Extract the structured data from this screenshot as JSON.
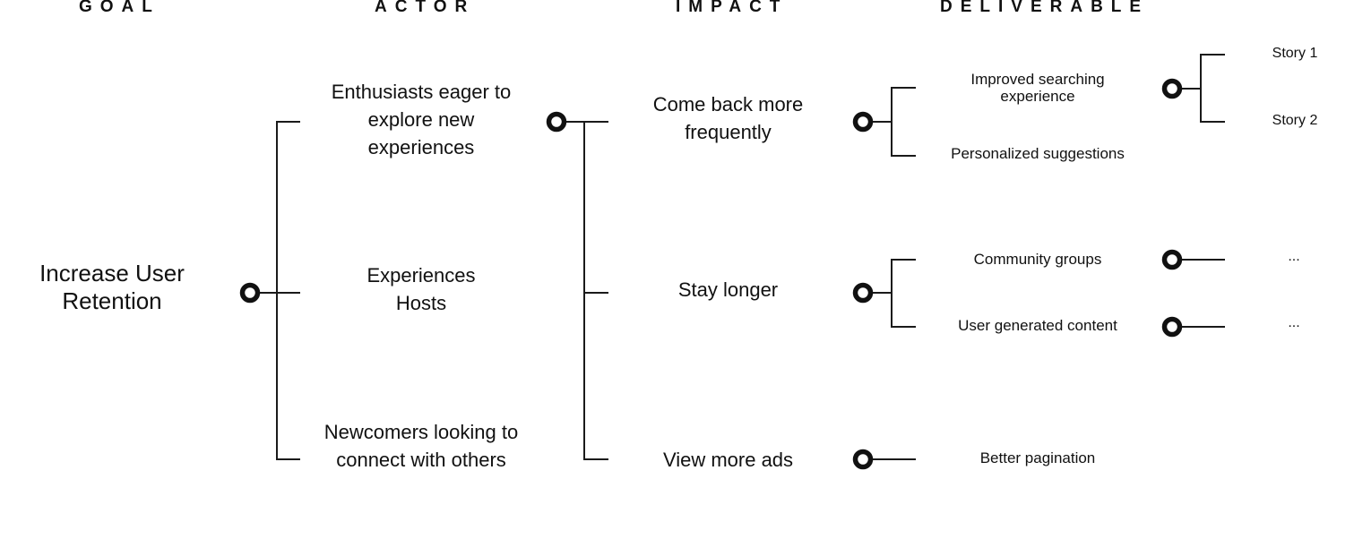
{
  "headers": {
    "goal": "GOAL",
    "actor": "ACTOR",
    "impact": "IMPACT",
    "deliverable": "DELIVERABLE"
  },
  "goal": {
    "label": "Increase User Retention"
  },
  "actors": [
    {
      "label": "Enthusiasts eager to explore new experiences"
    },
    {
      "label": "Experiences Hosts"
    },
    {
      "label": "Newcomers looking to connect with others"
    }
  ],
  "impacts": [
    {
      "label": "Come back more frequently"
    },
    {
      "label": "Stay longer"
    },
    {
      "label": "View more ads"
    }
  ],
  "deliverables": [
    {
      "label": "Improved searching experience"
    },
    {
      "label": "Personalized suggestions"
    },
    {
      "label": "Community groups"
    },
    {
      "label": "User generated content"
    },
    {
      "label": "Better pagination"
    }
  ],
  "stories": [
    {
      "label": "Story 1"
    },
    {
      "label": "Story 2"
    },
    {
      "label": "..."
    },
    {
      "label": "..."
    }
  ]
}
